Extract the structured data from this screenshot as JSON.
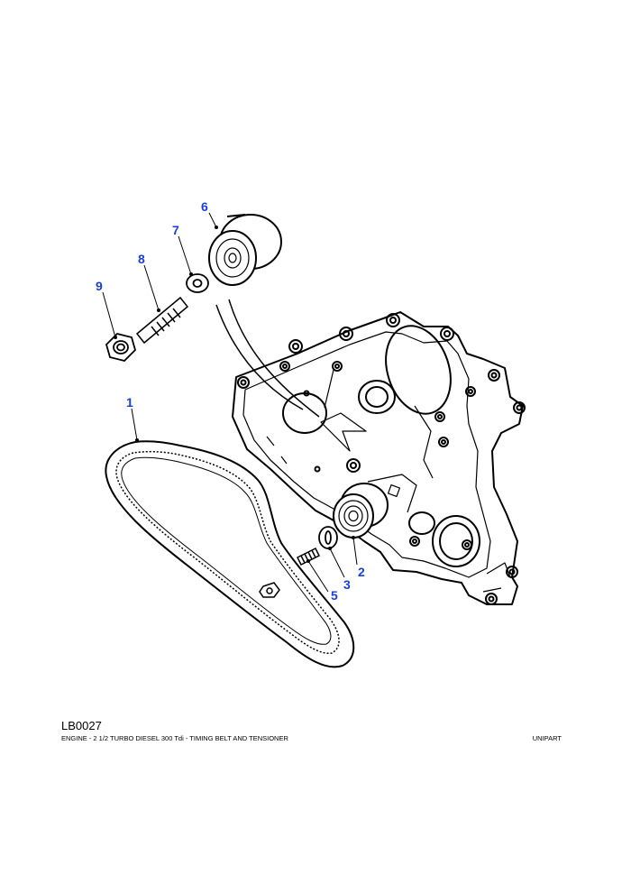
{
  "callouts": [
    {
      "id": "1",
      "label": "1",
      "part": "timing-belt"
    },
    {
      "id": "2",
      "label": "2",
      "part": "tensioner-pulley"
    },
    {
      "id": "3",
      "label": "3",
      "part": "tensioner-washer"
    },
    {
      "id": "5",
      "label": "5",
      "part": "tensioner-stud"
    },
    {
      "id": "6",
      "label": "6",
      "part": "idler-pulley"
    },
    {
      "id": "7",
      "label": "7",
      "part": "idler-washer"
    },
    {
      "id": "8",
      "label": "8",
      "part": "idler-stud"
    },
    {
      "id": "9",
      "label": "9",
      "part": "idler-nut"
    }
  ],
  "footer": {
    "code": "LB0027",
    "caption": "ENGINE - 2 1/2 TURBO DIESEL 300 Tdi - TIMING BELT AND TENSIONER",
    "brand": "UNIPART"
  },
  "colors": {
    "callout": "#1a3fd6",
    "line": "#000000"
  }
}
